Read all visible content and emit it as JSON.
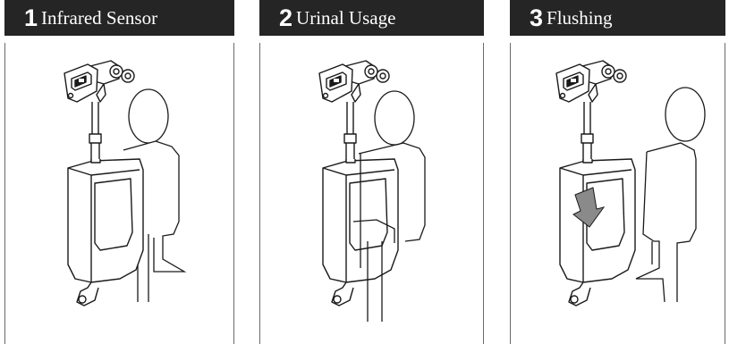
{
  "steps": [
    {
      "number": "1",
      "title": "Infrared Sensor"
    },
    {
      "number": "2",
      "title": "Urinal Usage"
    },
    {
      "number": "3",
      "title": "Flushing"
    }
  ],
  "colors": {
    "header_bg": "#252525",
    "header_text": "#ffffff",
    "line": "#1a1a1a",
    "arrow": "#8a8a8a"
  }
}
